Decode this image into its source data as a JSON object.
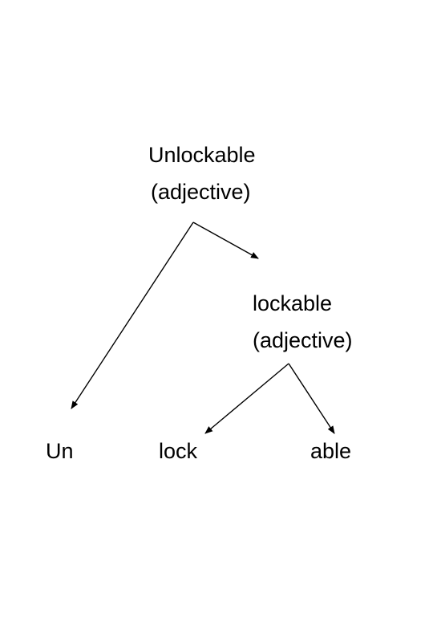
{
  "tree": {
    "root": {
      "word": "Unlockable",
      "pos": "(adjective)"
    },
    "mid": {
      "word": "lockable",
      "pos": "(adjective)"
    },
    "leaves": {
      "un": "Un",
      "lock": "lock",
      "able": "able"
    }
  },
  "colors": {
    "text": "#000000",
    "edges": "#000000",
    "background": "#ffffff"
  }
}
